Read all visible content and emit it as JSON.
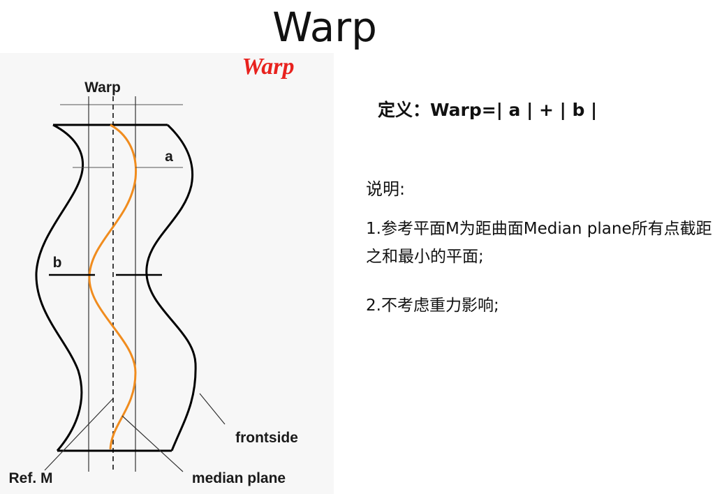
{
  "slide": {
    "title": "Warp"
  },
  "figure": {
    "title": "Warp",
    "title_color": "#e8221e",
    "curve_color": "#f08c1e",
    "labels": {
      "warp": "Warp",
      "a": "a",
      "b": "b",
      "frontside": "frontside",
      "ref_m": "Ref. M",
      "median_plane": "median plane"
    }
  },
  "definition": {
    "text": "定义：Warp=| a | + | b |"
  },
  "notes": {
    "heading": "说明:",
    "items": [
      "1.参考平面M为距曲面Median plane所有点截距之和最小的平面;",
      "2.不考虑重力影响;"
    ]
  }
}
